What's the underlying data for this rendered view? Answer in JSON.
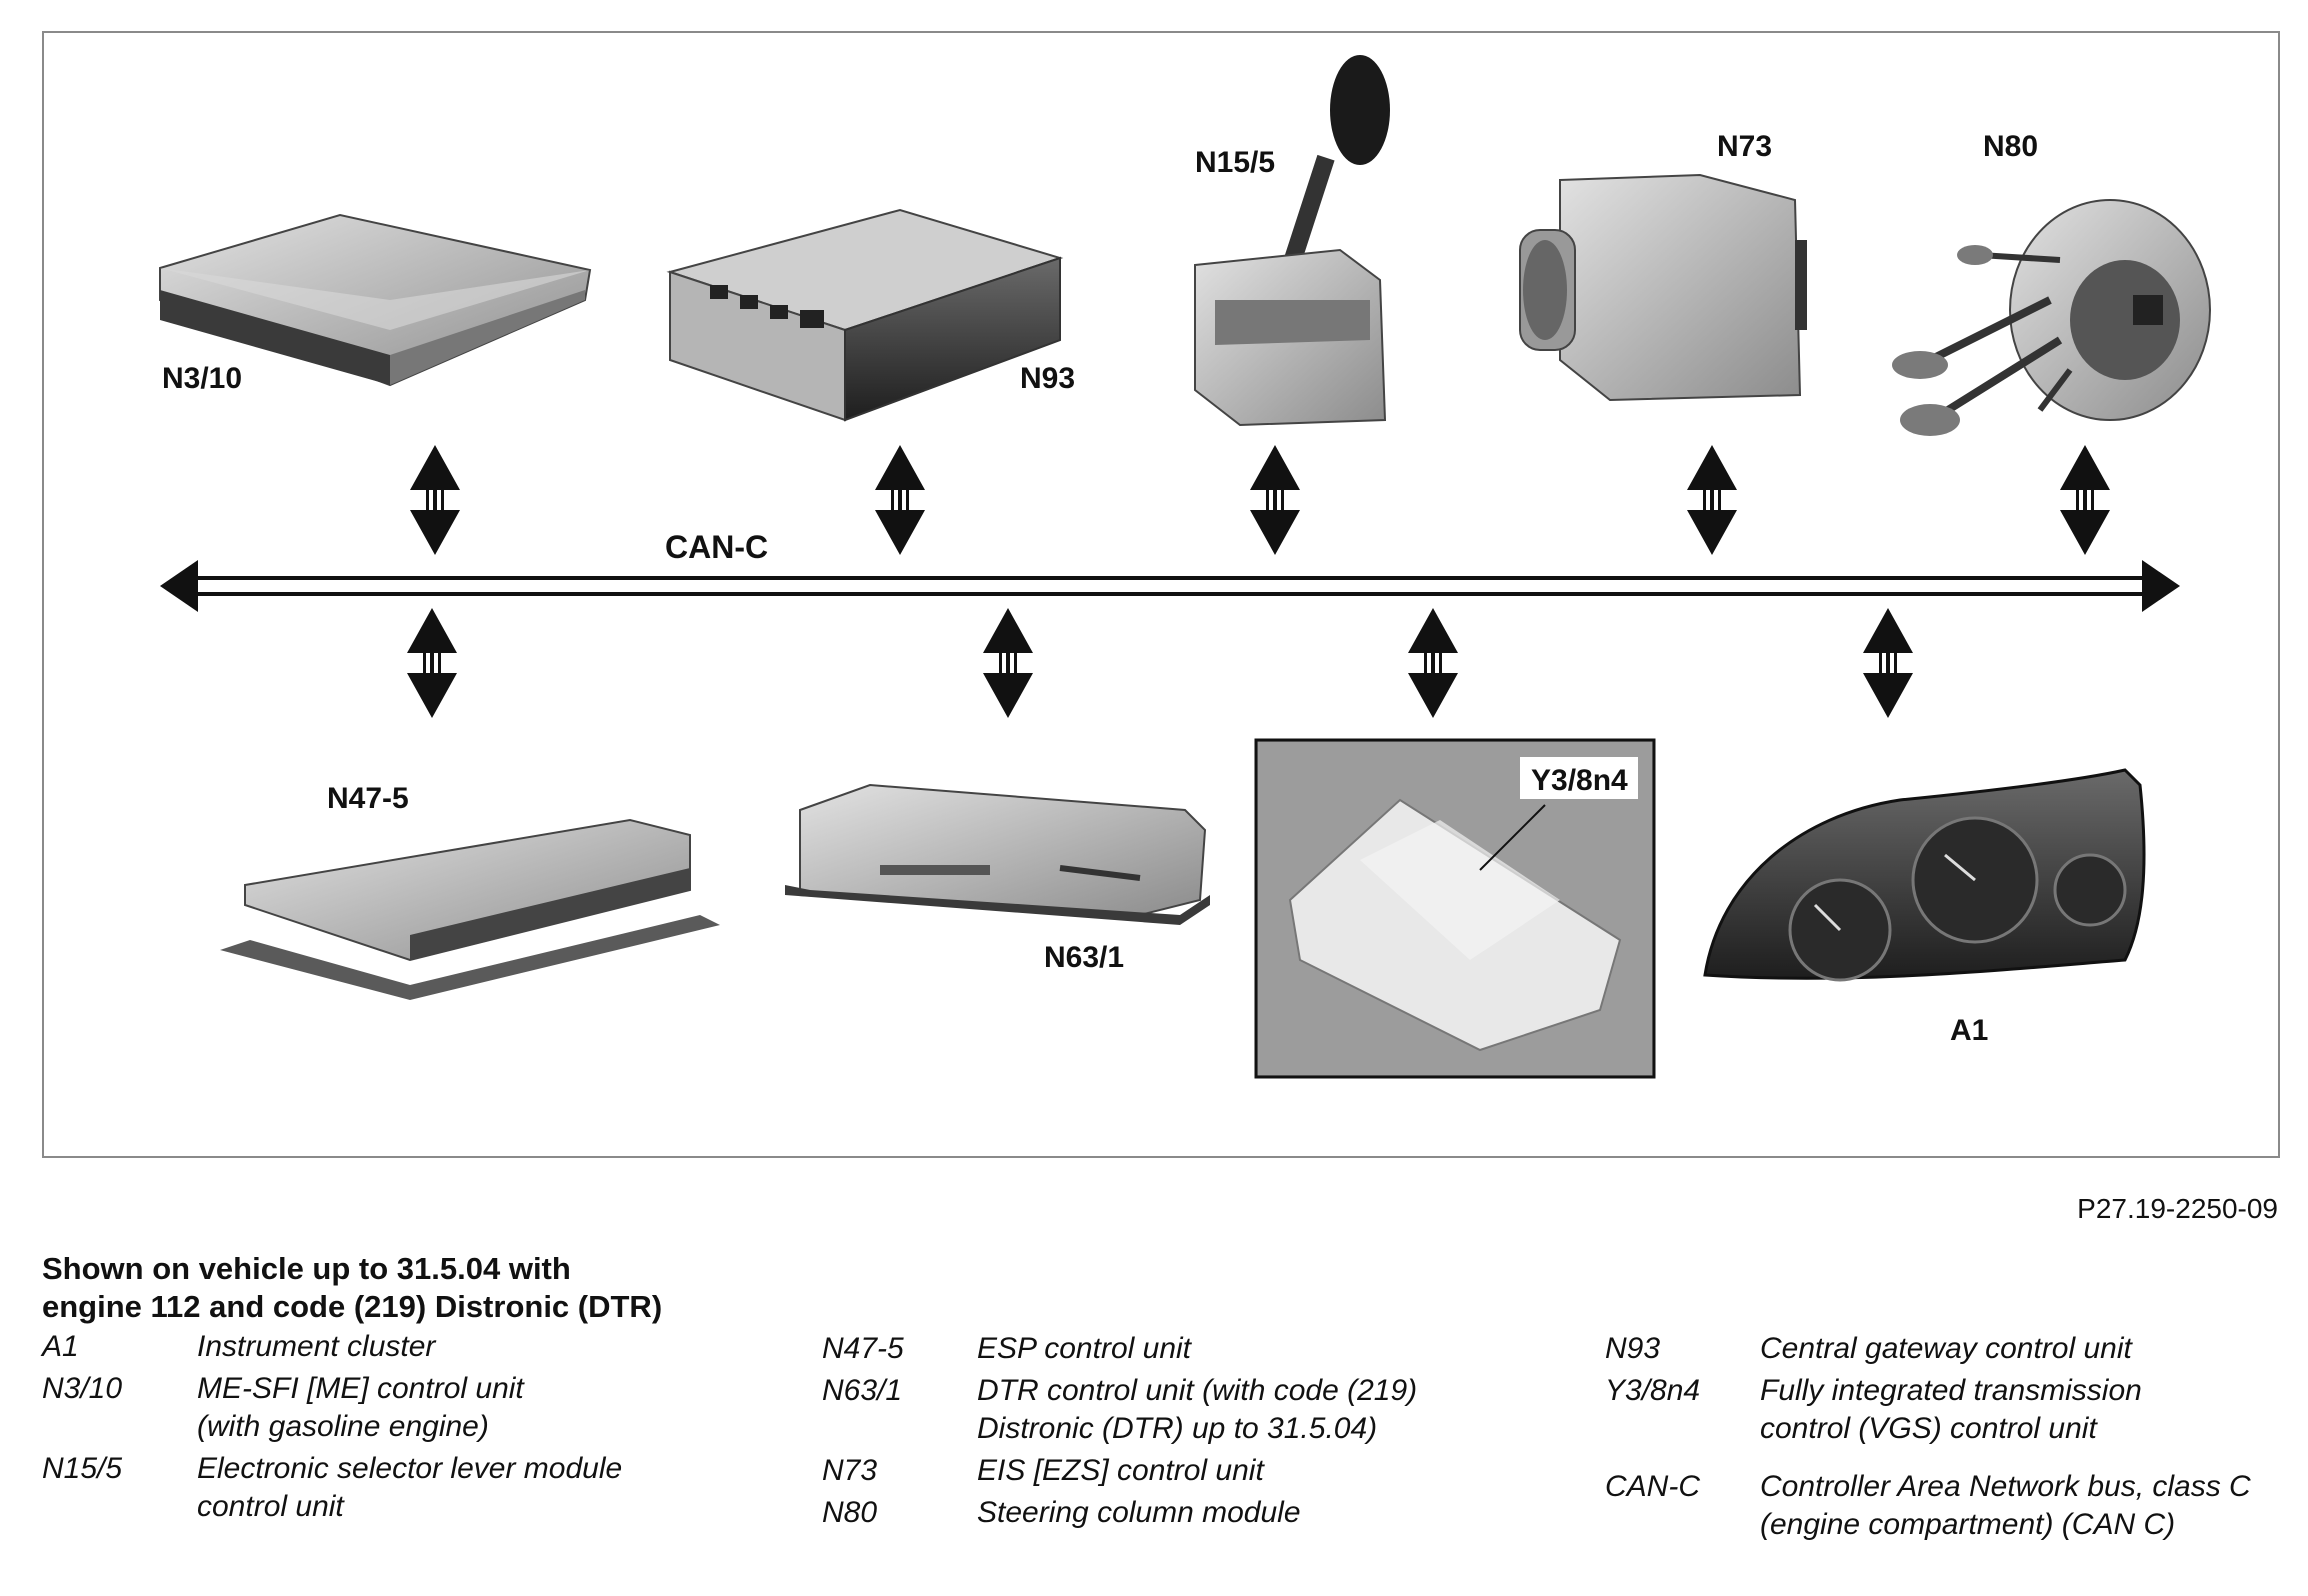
{
  "diagram": {
    "bus_label": "CAN-C",
    "components": {
      "n3_10": "N3/10",
      "n93": "N93",
      "n15_5": "N15/5",
      "n73": "N73",
      "n80": "N80",
      "n47_5": "N47-5",
      "n63_1": "N63/1",
      "y3_8n4": "Y3/8n4",
      "a1": "A1"
    }
  },
  "figure_code": "P27.19-2250-09",
  "caption": {
    "line1": "Shown on vehicle up to 31.5.04 with",
    "line2": "engine 112 and code (219) Distronic (DTR)"
  },
  "legend": {
    "col1": [
      {
        "code": "A1",
        "desc": "Instrument cluster"
      },
      {
        "code": "N3/10",
        "desc": "ME-SFI [ME] control unit (with gasoline engine)"
      },
      {
        "code": "N15/5",
        "desc": "Electronic selector lever module control unit"
      }
    ],
    "col2": [
      {
        "code": "N47-5",
        "desc": "ESP control unit"
      },
      {
        "code": "N63/1",
        "desc": "DTR control unit (with code (219) Distronic (DTR) up to 31.5.04)"
      },
      {
        "code": "N73",
        "desc": "EIS [EZS] control unit"
      },
      {
        "code": "N80",
        "desc": "Steering column module"
      }
    ],
    "col3": [
      {
        "code": "N93",
        "desc": "Central gateway control unit"
      },
      {
        "code": "Y3/8n4",
        "desc": "Fully integrated transmission control (VGS) control unit"
      },
      {
        "code": "CAN-C",
        "desc": "Controller Area Network bus, class C (engine compartment) (CAN C)"
      }
    ]
  }
}
